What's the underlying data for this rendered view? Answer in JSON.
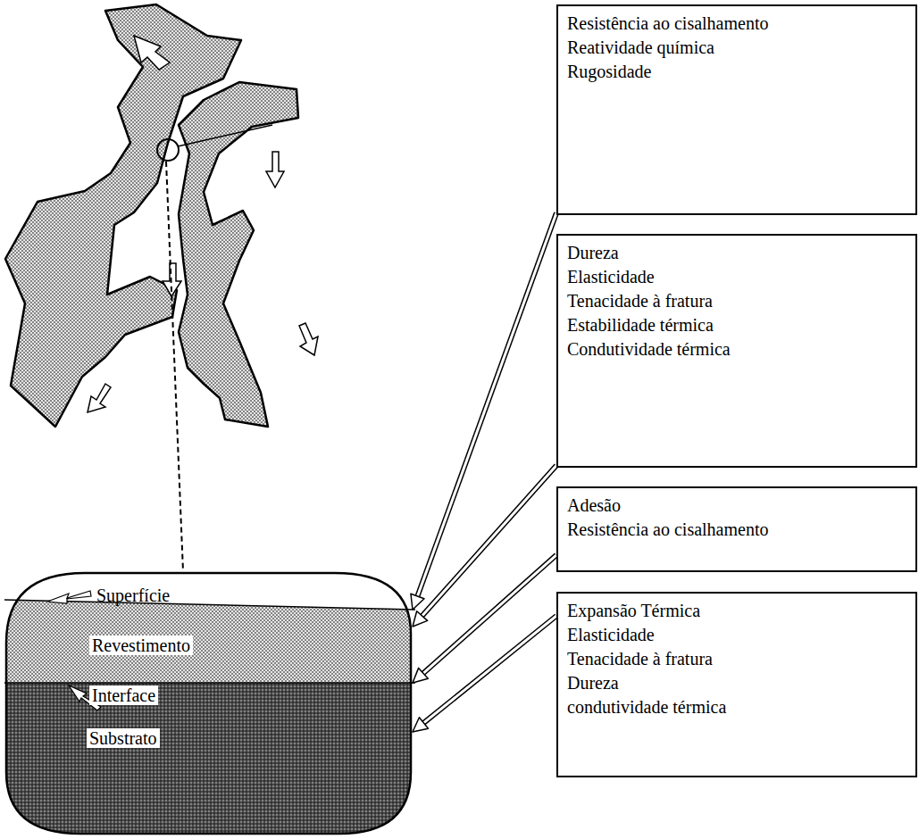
{
  "diagram": {
    "nodes": [
      {
        "text": [
          "Resistência ao cisalhamento",
          "Reatividade química",
          "Rugosidade"
        ]
      },
      {
        "text": [
          "Dureza",
          "Elasticidade",
          "Tenacidade à fratura",
          "Estabilidade térmica",
          "Condutividade térmica"
        ]
      },
      {
        "text": [
          "Adesão",
          "Resistência ao cisalhamento"
        ]
      },
      {
        "text": [
          "Expansão Térmica",
          "Elasticidade",
          "Tenacidade à fratura",
          "Dureza",
          "condutividade térmica"
        ]
      },
      {
        "text": [
          "Superfície",
          "Revestimento",
          "Interface",
          "Substrato"
        ]
      }
    ],
    "edges": [
      {
        "from": 0,
        "to": 4,
        "arrow": "to"
      },
      {
        "from": 1,
        "to": 4,
        "arrow": "to"
      },
      {
        "from": 2,
        "to": 4,
        "arrow": "to"
      },
      {
        "from": 3,
        "to": 4,
        "arrow": "to"
      }
    ]
  }
}
